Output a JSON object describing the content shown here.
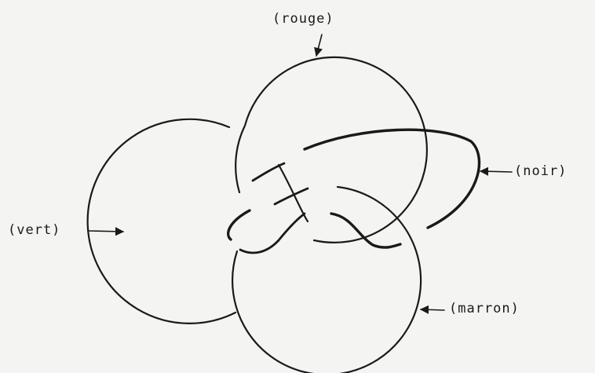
{
  "labels": {
    "rouge": "(rouge)",
    "noir": "(noir)",
    "vert": "(vert)",
    "marron": "(marron)"
  },
  "colors": {
    "ink": "#1a1a1a",
    "paper": "#f4f4f2"
  }
}
